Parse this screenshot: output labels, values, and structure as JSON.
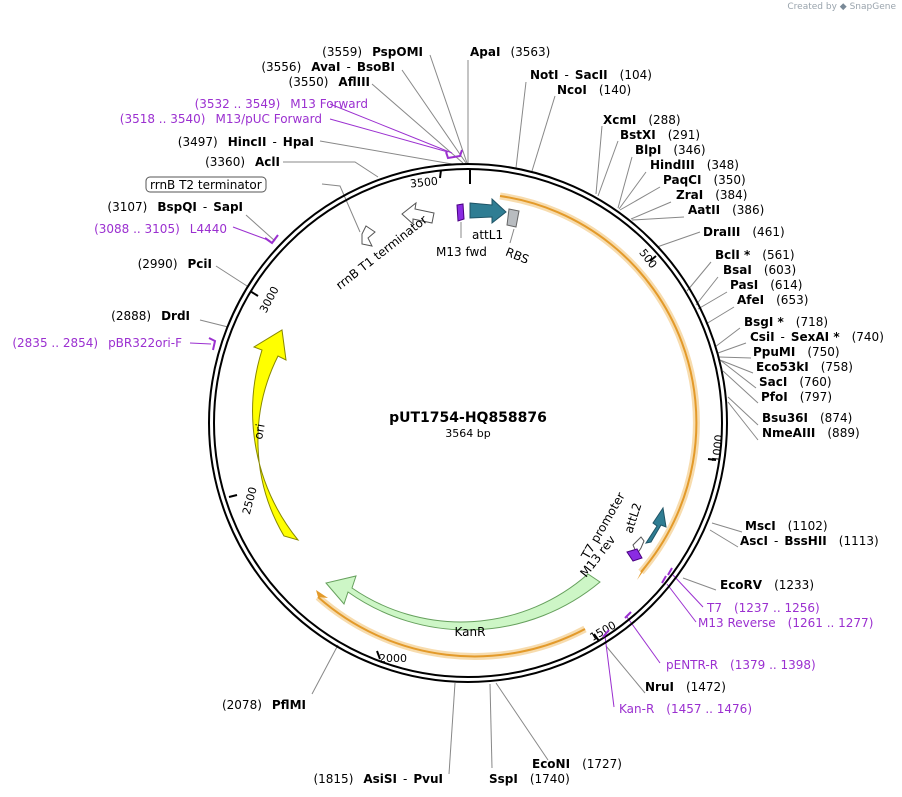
{
  "credit": {
    "prefix": "Created by",
    "brand": "SnapGene"
  },
  "plasmid": {
    "name": "pUT1754-HQ858876",
    "size_label": "3564 bp"
  },
  "ruler": [
    "3500",
    "500",
    "1000",
    "1500",
    "2000",
    "2500",
    "3000"
  ],
  "features": {
    "ori": "ori",
    "kanr": "KanR",
    "attl1": "attL1",
    "attl2": "attL2",
    "m13fwd": "M13 fwd",
    "m13rev": "M13 rev",
    "rbs": "RBS",
    "t7promoter": "T7 promoter",
    "rrnbt1": "rrnB T1 terminator",
    "rrnbt2": "rrnB T2 terminator"
  },
  "sites": [
    {
      "id": "s_pspomi",
      "pos": "(3559)",
      "name": "PspOMI"
    },
    {
      "id": "s_apai",
      "name": "ApaI",
      "pos": "(3563)"
    },
    {
      "id": "s_avai",
      "pos": "(3556)",
      "name": "AvaI",
      "sep": "-",
      "name2": "BsoBI"
    },
    {
      "id": "s_aflIII",
      "pos": "(3550)",
      "name": "AflIII"
    },
    {
      "id": "s_noti",
      "name": "NotI",
      "sep": "-",
      "name2": "SacII",
      "pos": "(104)"
    },
    {
      "id": "s_ncoi",
      "name": "NcoI",
      "pos": "(140)"
    },
    {
      "id": "s_xcmi",
      "name": "XcmI",
      "pos": "(288)"
    },
    {
      "id": "s_bstxi",
      "name": "BstXI",
      "pos": "(291)"
    },
    {
      "id": "s_blpi",
      "name": "BlpI",
      "pos": "(346)"
    },
    {
      "id": "s_hindiii",
      "name": "HindIII",
      "pos": "(348)"
    },
    {
      "id": "s_paqci",
      "name": "PaqCI",
      "pos": "(350)"
    },
    {
      "id": "s_zrai",
      "name": "ZraI",
      "pos": "(384)"
    },
    {
      "id": "s_aatii",
      "name": "AatII",
      "pos": "(386)"
    },
    {
      "id": "s_draiii",
      "name": "DraIII",
      "pos": "(461)"
    },
    {
      "id": "s_bcli",
      "name": "BclI *",
      "pos": "(561)"
    },
    {
      "id": "s_bsai",
      "name": "BsaI",
      "pos": "(603)"
    },
    {
      "id": "s_pasi",
      "name": "PasI",
      "pos": "(614)"
    },
    {
      "id": "s_afei",
      "name": "AfeI",
      "pos": "(653)"
    },
    {
      "id": "s_bsgi",
      "name": "BsgI *",
      "pos": "(718)"
    },
    {
      "id": "s_csii",
      "name": "CsiI",
      "sep": "-",
      "name2": "SexAI *",
      "pos": "(740)"
    },
    {
      "id": "s_ppumi",
      "name": "PpuMI",
      "pos": "(750)"
    },
    {
      "id": "s_eco53ki",
      "name": "Eco53kI",
      "pos": "(758)"
    },
    {
      "id": "s_saci",
      "name": "SacI",
      "pos": "(760)"
    },
    {
      "id": "s_pfoi",
      "name": "PfoI",
      "pos": "(797)"
    },
    {
      "id": "s_bsu36i",
      "name": "Bsu36I",
      "pos": "(874)"
    },
    {
      "id": "s_nmeaiii",
      "name": "NmeAIII",
      "pos": "(889)"
    },
    {
      "id": "s_msci",
      "name": "MscI",
      "pos": "(1102)"
    },
    {
      "id": "s_asci",
      "name": "AscI",
      "sep": "-",
      "name2": "BssHII",
      "pos": "(1113)"
    },
    {
      "id": "s_ecorv",
      "name": "EcoRV",
      "pos": "(1233)"
    },
    {
      "id": "s_nrui",
      "name": "NruI",
      "pos": "(1472)"
    },
    {
      "id": "s_econi",
      "name": "EcoNI",
      "pos": "(1727)"
    },
    {
      "id": "s_sspi",
      "name": "SspI",
      "pos": "(1740)"
    },
    {
      "id": "s_asisi",
      "pos": "(1815)",
      "name": "AsiSI",
      "sep": "-",
      "name2": "PvuI"
    },
    {
      "id": "s_pflmi",
      "pos": "(2078)",
      "name": "PflMI"
    },
    {
      "id": "s_drdi",
      "pos": "(2888)",
      "name": "DrdI"
    },
    {
      "id": "s_pcii",
      "pos": "(2990)",
      "name": "PciI"
    },
    {
      "id": "s_bspqi",
      "pos": "(3107)",
      "name": "BspQI",
      "sep": "-",
      "name2": "SapI"
    },
    {
      "id": "s_acli",
      "pos": "(3360)",
      "name": "AclI"
    },
    {
      "id": "s_hincii",
      "pos": "(3497)",
      "name": "HincII",
      "sep": "-",
      "name2": "HpaI"
    }
  ],
  "primers": [
    {
      "id": "p_m13fwd",
      "range": "(3532 .. 3549)",
      "name": "M13 Forward"
    },
    {
      "id": "p_m13puc",
      "range": "(3518 .. 3540)",
      "name": "M13/pUC Forward"
    },
    {
      "id": "p_l4440",
      "range": "(3088 .. 3105)",
      "name": "L4440"
    },
    {
      "id": "p_pbr322",
      "range": "(2835 .. 2854)",
      "name": "pBR322ori-F"
    },
    {
      "id": "p_t7",
      "name": "T7",
      "range": "(1237 .. 1256)"
    },
    {
      "id": "p_m13rev",
      "name": "M13 Reverse",
      "range": "(1261 .. 1277)"
    },
    {
      "id": "p_pentr",
      "name": "pENTR-R",
      "range": "(1379 .. 1398)"
    },
    {
      "id": "p_kanr",
      "name": "Kan-R",
      "range": "(1457 .. 1476)"
    }
  ]
}
